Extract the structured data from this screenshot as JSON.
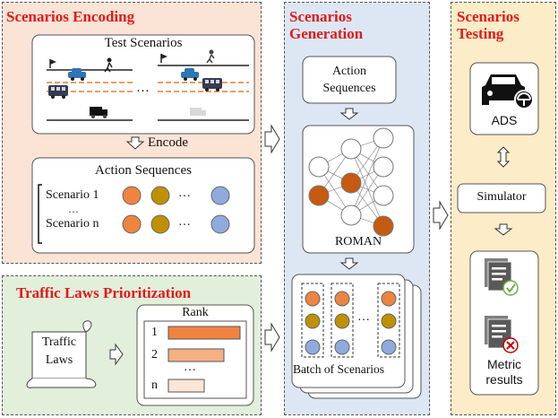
{
  "colors": {
    "title_red": "#e21a1a",
    "encoding_bg": "#fbe3d6",
    "laws_bg": "#e2efda",
    "generation_bg": "#dde7f4",
    "testing_bg": "#fdecc8",
    "orange_node": "#ee8440",
    "olive_node": "#bf9000",
    "blue_node": "#8faadc",
    "rank1": "#ee8440",
    "rank2": "#f4b183",
    "rank3": "#fbe5d6"
  },
  "encoding": {
    "title": "Scenarios Encoding",
    "test_scenarios_label": "Test Scenarios",
    "ellipsis": "…",
    "encode_label": "Encode",
    "action_sequences_label": "Action Sequences",
    "scenario_1_label": "Scenario 1",
    "vdots": "…",
    "scenario_n_label": "Scenario n"
  },
  "laws": {
    "title": "Traffic Laws Prioritization",
    "scroll_label": "Traffic\nLaws",
    "rank_label": "Rank",
    "rank_numbers": [
      "1",
      "2",
      "n"
    ],
    "rank_ellipsis": "…"
  },
  "generation": {
    "title": "Scenarios\nGeneration",
    "action_sequences_label": "Action\nSequences",
    "network_label": "ROMAN",
    "batch_label": "Batch of Scenarios",
    "ellipsis": "…"
  },
  "testing": {
    "title": "Scenarios\nTesting",
    "ads_label": "ADS",
    "simulator_label": "Simulator",
    "metric_label": "Metric\nresults"
  }
}
